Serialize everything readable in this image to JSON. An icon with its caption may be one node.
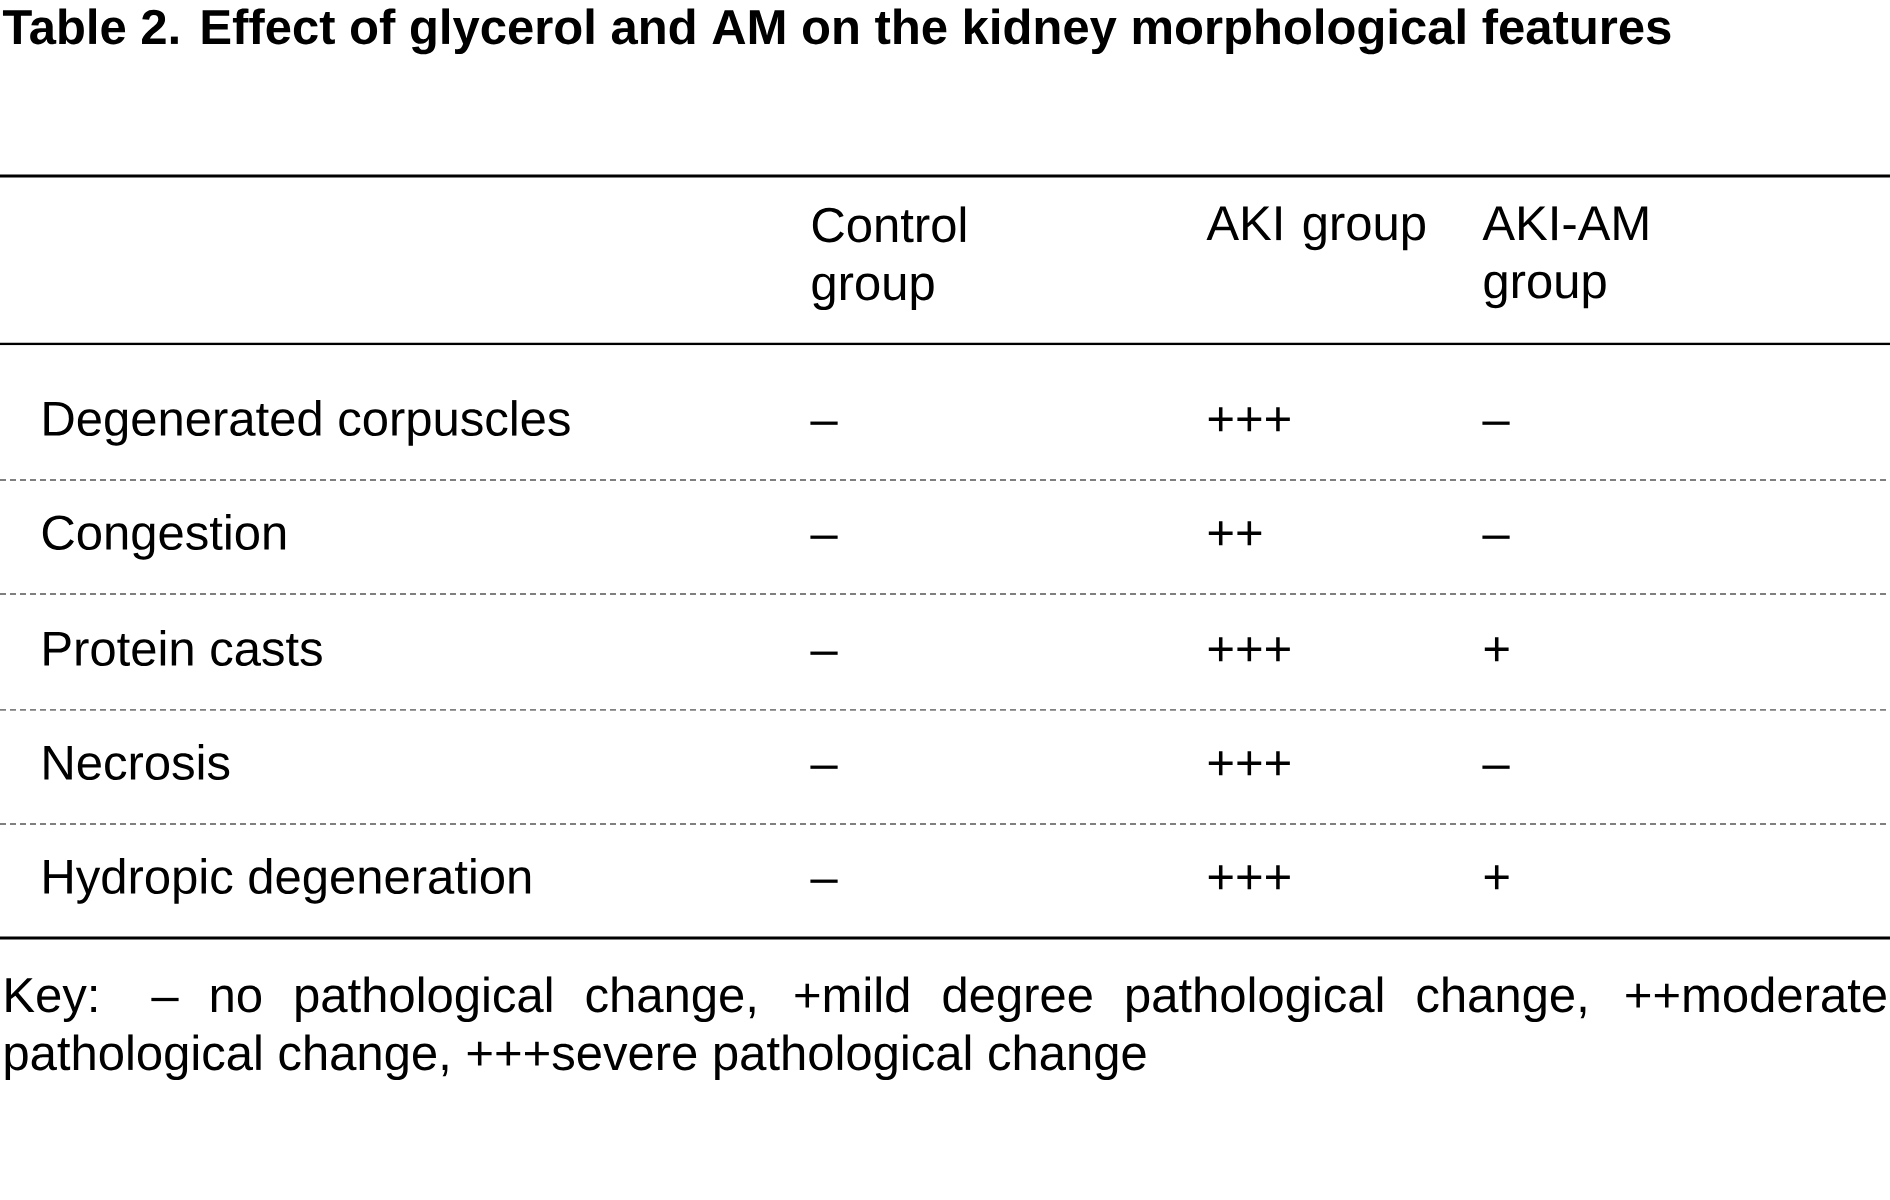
{
  "diagram": {
    "title": "Table 2. Effect of glycerol and AM on the kidney morphological features",
    "labels": [
      "Control group",
      "AKI group",
      "AKI-AM group",
      "Degenerated corpuscles",
      "–",
      "+++",
      "–",
      "Congestion",
      "–",
      "++",
      "–",
      "Protein casts",
      "–",
      "+++",
      "+",
      "Necrosis",
      "–",
      "+++",
      "–",
      "Hydropic degeneration",
      "–",
      "+++",
      "+"
    ],
    "caption": "Key: – no pathological change, +mild degree pathological change, ++moderate pathological change, +++severe pathological change"
  }
}
